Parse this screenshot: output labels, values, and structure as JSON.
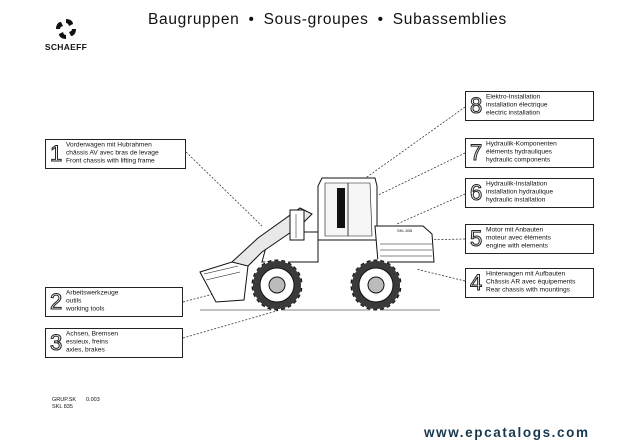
{
  "brand": {
    "name": "SCHAEFF"
  },
  "title": {
    "part1": "Baugruppen",
    "sep1": "•",
    "part2": "Sous-groupes",
    "sep2": "•",
    "part3": "Subassemblies"
  },
  "machine": {
    "plate": "SKL 835"
  },
  "groups": [
    {
      "number": "1",
      "lines": [
        "Vorderwagen mit Hubrahmen",
        "châssis AV avec bras de levage",
        "Front chassis with lifting frame"
      ]
    },
    {
      "number": "2",
      "lines": [
        "Arbeitswerkzeuge",
        "outils",
        "working tools"
      ]
    },
    {
      "number": "3",
      "lines": [
        "Achsen, Bremsen",
        "essieux, freins",
        "axles, brakes"
      ]
    },
    {
      "number": "4",
      "lines": [
        "Hinterwagen mit Aufbauten",
        "Châssis AR avec équipements",
        "Rear chassis with mountings"
      ]
    },
    {
      "number": "5",
      "lines": [
        "Motor mit Anbauten",
        "moteur avec éléments",
        "engine with elements"
      ]
    },
    {
      "number": "6",
      "lines": [
        "Hydraulik-Installation",
        "installation hydraulique",
        "hydraulic installation"
      ]
    },
    {
      "number": "7",
      "lines": [
        "Hydraulik-Komponenten",
        "éléments hydrauliques",
        "hydraulic components"
      ]
    },
    {
      "number": "8",
      "lines": [
        "Elektro-Installation",
        "installation électrique",
        "electric installation"
      ]
    }
  ],
  "footer": {
    "code_line1": "GRUP.SK",
    "code_line2": "SKL 835",
    "page": "0.003"
  },
  "watermark": "www.epcatalogs.com"
}
